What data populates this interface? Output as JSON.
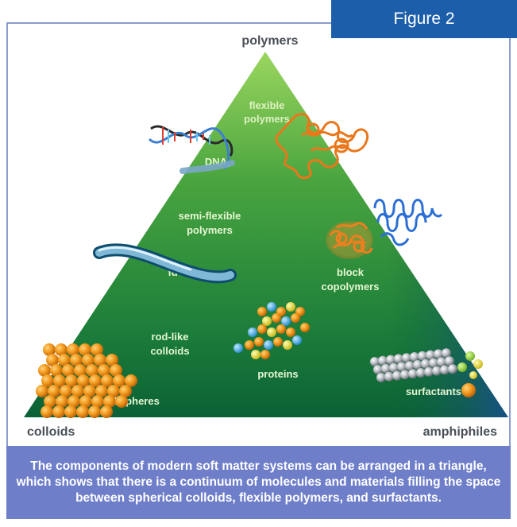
{
  "figure_tab": "Figure 2",
  "corners": {
    "top": "polymers",
    "left": "colloids",
    "right": "amphiphiles"
  },
  "labels": {
    "flexible_1": "flexible",
    "flexible_2": "polymers",
    "dna": "DNA",
    "semi_1": "semi-flexible",
    "semi_2": "polymers",
    "fd_virus": "fd virus",
    "block_1": "block",
    "block_2": "copolymers",
    "rod_1": "rod-like",
    "rod_2": "colloids",
    "proteins": "proteins",
    "surfactants": "surfactants",
    "hard_spheres": "hard spheres"
  },
  "caption": "The components of  modern soft matter systems can be arranged in a triangle, which shows that there is a continuum of molecules and materials filling the space between spherical colloids, flexible polymers, and surfactants.",
  "colors": {
    "tab": "#1d5eab",
    "caption_bg": "#6e7ec9",
    "frame": "#8d9cd0",
    "triangle_top": "#8fcf5a",
    "triangle_bottom": "#0c6a3a"
  }
}
